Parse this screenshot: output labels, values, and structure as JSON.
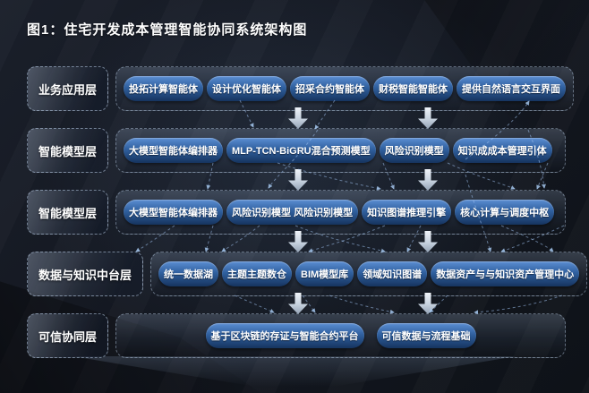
{
  "title": "图1：住宅开发成本管理智能协同系统架构图",
  "layers": [
    {
      "label": "业务应用层",
      "boxes": [
        "投拓计算智能体",
        "设计优化智能体",
        "招采合约智能体",
        "财税智能智能体",
        "提供自然语言交互界面"
      ]
    },
    {
      "label": "智能模型层",
      "boxes": [
        "大模型智能体编排器",
        "MLP-TCN-BiGRU混合预测模型",
        "风险识别模型",
        "知识成成本管理引体"
      ]
    },
    {
      "label": "智能模型层",
      "boxes": [
        "大模型智能体编排器",
        "风险识别模型 风险识别模型",
        "知识图谱推理引擎",
        "核心计算与调度中枢"
      ]
    },
    {
      "label": "数据与知识中台层",
      "boxes": [
        "统一数据湖",
        "主题主题数仓",
        "BIM模型库",
        "领域知识图谱",
        "数据资产与与知识资产管理中心"
      ]
    },
    {
      "label": "可信协同层",
      "boxes": [
        "基于区块链的存证与智能合约平台",
        "可信数据与流程基础"
      ]
    }
  ],
  "colors": {
    "background": "#141821",
    "pill_top": "#5b8ed3",
    "pill_bottom": "#16345f",
    "dashed_border": "#bed2eb",
    "title_text": "#ffffff",
    "flow_arrow": "#e8eef6",
    "connector": "#9fc0e8"
  }
}
